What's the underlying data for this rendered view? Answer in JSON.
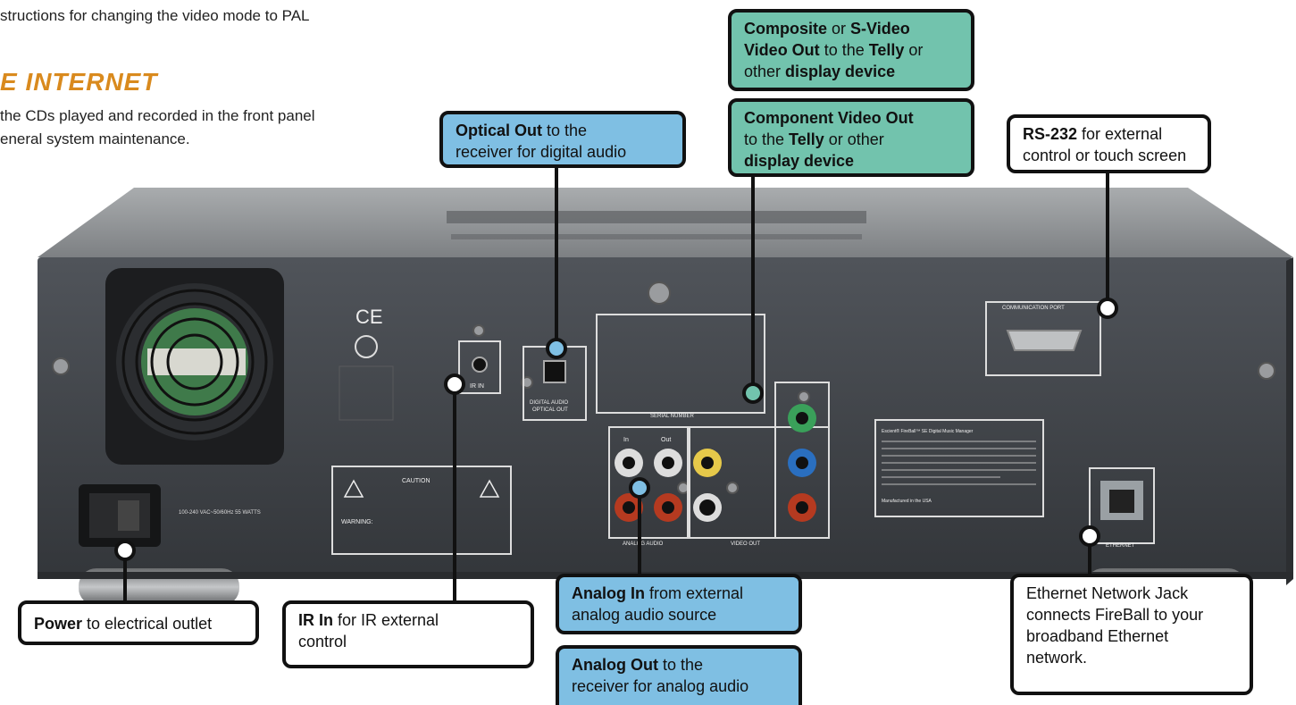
{
  "background": {
    "line1": "structions for changing the video mode to PAL",
    "heading": "E INTERNET",
    "line2": "the CDs played and recorded in the front panel",
    "line3": "eneral system maintenance."
  },
  "device_labels": {
    "ce": "CE",
    "ir_in": "IR IN",
    "digital_audio": "DIGITAL AUDIO",
    "optical_out": "OPTICAL OUT",
    "serial_number": "SERIAL NUMBER",
    "communication_port": "COMMUNICATION PORT",
    "ethernet": "ETHERNET",
    "analog_audio": "ANALOG AUDIO",
    "video_out": "VIDEO OUT",
    "in": "In",
    "out": "Out",
    "caution": "CAUTION",
    "warning": "WARNING:",
    "manufactured": "Manufactured in the USA",
    "fireball": "Escient® FireBall™ SE Digital Music Manager",
    "voltage": "100-240 VAC~50/60Hz 55 WATTS"
  },
  "callouts": {
    "composite": {
      "b1": "Composite",
      "t1": " or ",
      "b2": "S-Video",
      "b3": "Video Out",
      "t2": " to the ",
      "b4": "Telly",
      "t3": " or",
      "t4": "other ",
      "b5": "display device"
    },
    "component": {
      "b1": "Component Video Out",
      "t1": "to the ",
      "b2": "Telly",
      "t2": " or other",
      "b3": "display device"
    },
    "optical": {
      "b1": "Optical Out",
      "t1": " to the",
      "t2": "receiver for digital audio"
    },
    "rs232": {
      "b1": "RS-232",
      "t1": " for external",
      "t2": "control or touch screen"
    },
    "power": {
      "b1": "Power",
      "t1": " to electrical outlet"
    },
    "ir": {
      "b1": "IR In",
      "t1": " for IR external",
      "t2": "control"
    },
    "analog_in": {
      "b1": "Analog In",
      "t1": " from external",
      "t2": "analog audio source"
    },
    "analog_out": {
      "b1": "Analog Out",
      "t1": " to the",
      "t2": "receiver for analog audio"
    },
    "ethernet": {
      "t1": "Ethernet Network Jack",
      "t2": "connects FireBall to your",
      "t3": "broadband Ethernet",
      "t4": "network."
    }
  },
  "colors": {
    "blue": "#7fbfe3",
    "teal": "#72c3ad",
    "heading": "#d98a1e"
  }
}
